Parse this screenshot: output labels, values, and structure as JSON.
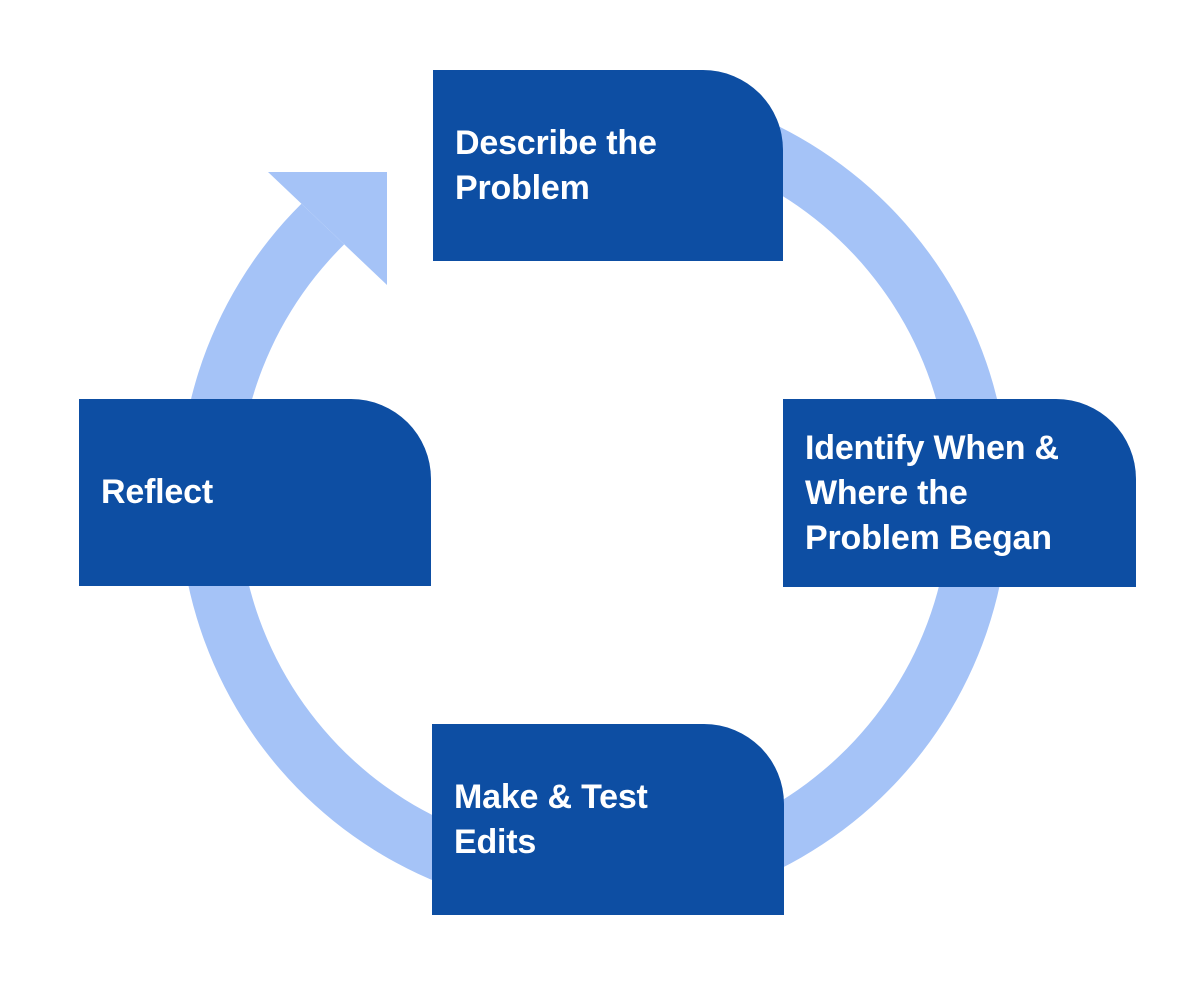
{
  "diagram": {
    "type": "cycle",
    "flow_direction": "clockwise",
    "steps": [
      {
        "id": "describe",
        "position": "top",
        "label": "Describe the\nProblem"
      },
      {
        "id": "identify",
        "position": "right",
        "label": "Identify When &\nWhere the\nProblem Began"
      },
      {
        "id": "make-test",
        "position": "bottom",
        "label": "Make & Test\nEdits"
      },
      {
        "id": "reflect",
        "position": "left",
        "label": "Reflect"
      }
    ],
    "arrow": {
      "description": "light blue circular ring arrow, arrowhead at top-left pointing up-right toward the top box"
    },
    "colors": {
      "box": "#0d4ea3",
      "ring": "#a5c3f7",
      "text": "#ffffff",
      "background": "#ffffff"
    }
  }
}
